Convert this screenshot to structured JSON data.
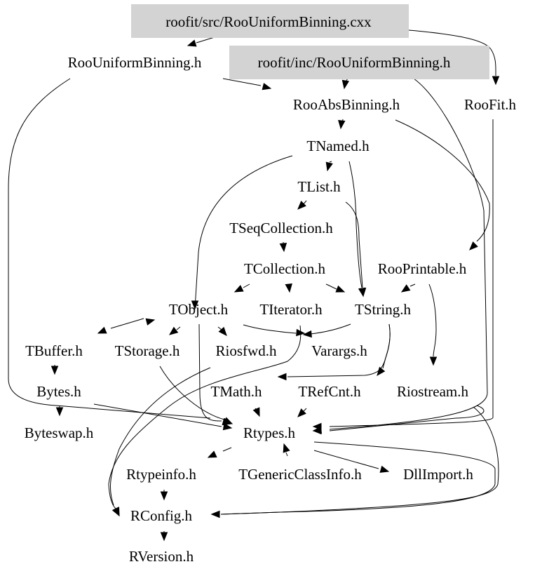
{
  "diagram": {
    "type": "include-dependency-graph",
    "highlight_color": "#d3d3d3",
    "nodes": [
      {
        "id": "src_cxx",
        "label": "roofit/src/RooUniformBinning.cxx",
        "highlighted": true
      },
      {
        "id": "RooUniformBinning_h",
        "label": "RooUniformBinning.h",
        "highlighted": false
      },
      {
        "id": "inc_h",
        "label": "roofit/inc/RooUniformBinning.h",
        "highlighted": true
      },
      {
        "id": "RooAbsBinning_h",
        "label": "RooAbsBinning.h",
        "highlighted": false
      },
      {
        "id": "RooFit_h",
        "label": "RooFit.h",
        "highlighted": false
      },
      {
        "id": "TNamed_h",
        "label": "TNamed.h",
        "highlighted": false
      },
      {
        "id": "TList_h",
        "label": "TList.h",
        "highlighted": false
      },
      {
        "id": "TSeqCollection_h",
        "label": "TSeqCollection.h",
        "highlighted": false
      },
      {
        "id": "TCollection_h",
        "label": "TCollection.h",
        "highlighted": false
      },
      {
        "id": "RooPrintable_h",
        "label": "RooPrintable.h",
        "highlighted": false
      },
      {
        "id": "TObject_h",
        "label": "TObject.h",
        "highlighted": false
      },
      {
        "id": "TIterator_h",
        "label": "TIterator.h",
        "highlighted": false
      },
      {
        "id": "TString_h",
        "label": "TString.h",
        "highlighted": false
      },
      {
        "id": "TBuffer_h",
        "label": "TBuffer.h",
        "highlighted": false
      },
      {
        "id": "TStorage_h",
        "label": "TStorage.h",
        "highlighted": false
      },
      {
        "id": "Riosfwd_h",
        "label": "Riosfwd.h",
        "highlighted": false
      },
      {
        "id": "Varargs_h",
        "label": "Varargs.h",
        "highlighted": false
      },
      {
        "id": "Bytes_h",
        "label": "Bytes.h",
        "highlighted": false
      },
      {
        "id": "TMath_h",
        "label": "TMath.h",
        "highlighted": false
      },
      {
        "id": "TRefCnt_h",
        "label": "TRefCnt.h",
        "highlighted": false
      },
      {
        "id": "Riostream_h",
        "label": "Riostream.h",
        "highlighted": false
      },
      {
        "id": "Byteswap_h",
        "label": "Byteswap.h",
        "highlighted": false
      },
      {
        "id": "Rtypes_h",
        "label": "Rtypes.h",
        "highlighted": false
      },
      {
        "id": "Rtypeinfo_h",
        "label": "Rtypeinfo.h",
        "highlighted": false
      },
      {
        "id": "TGenericClassInfo_h",
        "label": "TGenericClassInfo.h",
        "highlighted": false
      },
      {
        "id": "DllImport_h",
        "label": "DllImport.h",
        "highlighted": false
      },
      {
        "id": "RConfig_h",
        "label": "RConfig.h",
        "highlighted": false
      },
      {
        "id": "RVersion_h",
        "label": "RVersion.h",
        "highlighted": false
      }
    ],
    "edges": [
      {
        "from": "src_cxx",
        "to": "RooUniformBinning_h"
      },
      {
        "from": "src_cxx",
        "to": "RooFit_h"
      },
      {
        "from": "RooUniformBinning_h",
        "to": "RooAbsBinning_h"
      },
      {
        "from": "RooUniformBinning_h",
        "to": "Rtypes_h"
      },
      {
        "from": "inc_h",
        "to": "RooAbsBinning_h"
      },
      {
        "from": "inc_h",
        "to": "Rtypes_h"
      },
      {
        "from": "RooAbsBinning_h",
        "to": "TNamed_h"
      },
      {
        "from": "RooAbsBinning_h",
        "to": "RooPrintable_h"
      },
      {
        "from": "RooFit_h",
        "to": "Rtypes_h"
      },
      {
        "from": "TNamed_h",
        "to": "TList_h"
      },
      {
        "from": "TNamed_h",
        "to": "TObject_h"
      },
      {
        "from": "TNamed_h",
        "to": "TString_h"
      },
      {
        "from": "TList_h",
        "to": "TSeqCollection_h"
      },
      {
        "from": "TList_h",
        "to": "TString_h"
      },
      {
        "from": "TSeqCollection_h",
        "to": "TCollection_h"
      },
      {
        "from": "TCollection_h",
        "to": "TObject_h"
      },
      {
        "from": "TCollection_h",
        "to": "TIterator_h"
      },
      {
        "from": "TCollection_h",
        "to": "TString_h"
      },
      {
        "from": "RooPrintable_h",
        "to": "TString_h"
      },
      {
        "from": "RooPrintable_h",
        "to": "Riostream_h"
      },
      {
        "from": "TObject_h",
        "to": "TBuffer_h"
      },
      {
        "from": "TBuffer_h",
        "to": "TObject_h"
      },
      {
        "from": "TObject_h",
        "to": "TStorage_h"
      },
      {
        "from": "TObject_h",
        "to": "Riosfwd_h"
      },
      {
        "from": "TObject_h",
        "to": "Varargs_h"
      },
      {
        "from": "TObject_h",
        "to": "Rtypes_h"
      },
      {
        "from": "TIterator_h",
        "to": "RConfig_h"
      },
      {
        "from": "TString_h",
        "to": "Varargs_h"
      },
      {
        "from": "TString_h",
        "to": "TMath_h"
      },
      {
        "from": "TString_h",
        "to": "TRefCnt_h"
      },
      {
        "from": "TBuffer_h",
        "to": "Bytes_h"
      },
      {
        "from": "TStorage_h",
        "to": "Rtypes_h"
      },
      {
        "from": "Riosfwd_h",
        "to": "RConfig_h"
      },
      {
        "from": "Bytes_h",
        "to": "Byteswap_h"
      },
      {
        "from": "Bytes_h",
        "to": "Rtypes_h"
      },
      {
        "from": "TMath_h",
        "to": "Rtypes_h"
      },
      {
        "from": "TRefCnt_h",
        "to": "Rtypes_h"
      },
      {
        "from": "Riostream_h",
        "to": "Rtypes_h"
      },
      {
        "from": "Riostream_h",
        "to": "RConfig_h"
      },
      {
        "from": "Rtypes_h",
        "to": "Rtypeinfo_h"
      },
      {
        "from": "Rtypes_h",
        "to": "TGenericClassInfo_h"
      },
      {
        "from": "Rtypes_h",
        "to": "DllImport_h"
      },
      {
        "from": "Rtypes_h",
        "to": "RConfig_h"
      },
      {
        "from": "TGenericClassInfo_h",
        "to": "Rtypes_h"
      },
      {
        "from": "Rtypeinfo_h",
        "to": "RConfig_h"
      },
      {
        "from": "RConfig_h",
        "to": "RVersion_h"
      }
    ]
  }
}
